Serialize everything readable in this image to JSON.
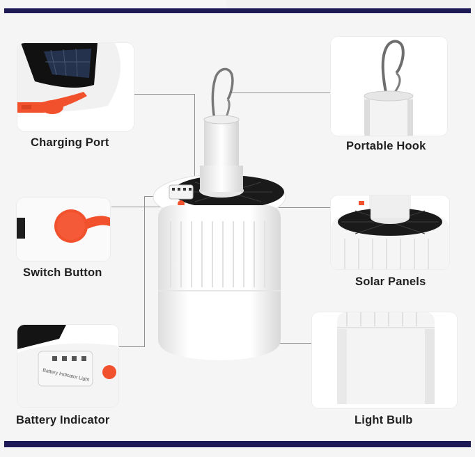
{
  "labels": {
    "charging_port": "Charging Port",
    "portable_hook": "Portable Hook",
    "switch_button": "Switch Button",
    "solar_panels": "Solar Panels",
    "battery_indicator": "Battery Indicator",
    "light_bulb": "Light Bulb"
  },
  "battery_panel_text": "Battery Indicator Light",
  "colors": {
    "frame_navy": "#1d1a55",
    "accent_orange": "#f2512d",
    "bulb_white": "#ffffff",
    "panel_black": "#1a1a1a"
  }
}
